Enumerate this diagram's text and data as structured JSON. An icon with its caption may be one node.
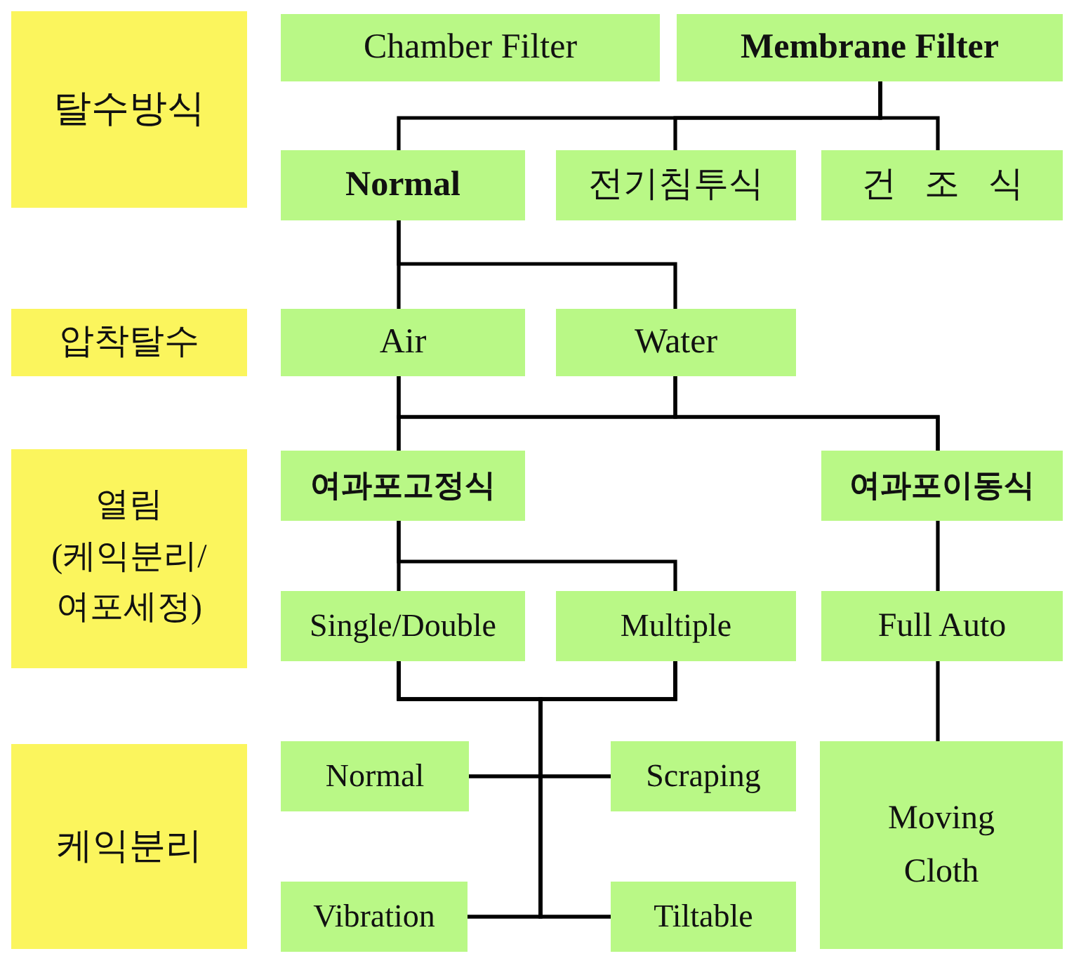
{
  "diagram": {
    "nodes": [
      {
        "text": [
          "탈수방식"
        ]
      },
      {
        "text": [
          "압착탈수"
        ]
      },
      {
        "text": [
          "열림",
          "(케익분리/ 여포세정)"
        ]
      },
      {
        "text": [
          "케익분리"
        ]
      },
      {
        "text": [
          "Chamber Filter"
        ]
      },
      {
        "text": [
          "Membrane Filter"
        ]
      },
      {
        "text": [
          "Normal"
        ]
      },
      {
        "text": [
          "전기침투식"
        ]
      },
      {
        "text": [
          "건 조 식"
        ]
      },
      {
        "text": [
          "Air"
        ]
      },
      {
        "text": [
          "Water"
        ]
      },
      {
        "text": [
          "여과포고정식"
        ]
      },
      {
        "text": [
          "여과포이동식"
        ]
      },
      {
        "text": [
          "Single/Double"
        ]
      },
      {
        "text": [
          "Multiple"
        ]
      },
      {
        "text": [
          "Full Auto"
        ]
      },
      {
        "text": [
          "Normal"
        ]
      },
      {
        "text": [
          "Scraping"
        ]
      },
      {
        "text": [
          "Moving Cloth"
        ]
      },
      {
        "text": [
          "Vibration"
        ]
      },
      {
        "text": [
          "Tiltable"
        ]
      }
    ],
    "edges": [
      {
        "from": 5,
        "to": 6,
        "arrow": "none"
      },
      {
        "from": 5,
        "to": 7,
        "arrow": "none"
      },
      {
        "from": 5,
        "to": 8,
        "arrow": "none"
      },
      {
        "from": 6,
        "to": 9,
        "arrow": "none"
      },
      {
        "from": 6,
        "to": 10,
        "arrow": "none"
      },
      {
        "from": 9,
        "to": 11,
        "arrow": "none"
      },
      {
        "from": 10,
        "to": 11,
        "arrow": "none"
      },
      {
        "from": 9,
        "to": 12,
        "arrow": "none"
      },
      {
        "from": 10,
        "to": 12,
        "arrow": "none"
      },
      {
        "from": 11,
        "to": 13,
        "arrow": "none"
      },
      {
        "from": 11,
        "to": 14,
        "arrow": "none"
      },
      {
        "from": 13,
        "to": 16,
        "arrow": "none"
      },
      {
        "from": 13,
        "to": 17,
        "arrow": "none"
      },
      {
        "from": 13,
        "to": 19,
        "arrow": "none"
      },
      {
        "from": 13,
        "to": 20,
        "arrow": "none"
      },
      {
        "from": 14,
        "to": 16,
        "arrow": "none"
      },
      {
        "from": 14,
        "to": 17,
        "arrow": "none"
      },
      {
        "from": 14,
        "to": 19,
        "arrow": "none"
      },
      {
        "from": 14,
        "to": 20,
        "arrow": "none"
      },
      {
        "from": 12,
        "to": 15,
        "arrow": "none"
      },
      {
        "from": 15,
        "to": 18,
        "arrow": "none"
      }
    ]
  }
}
